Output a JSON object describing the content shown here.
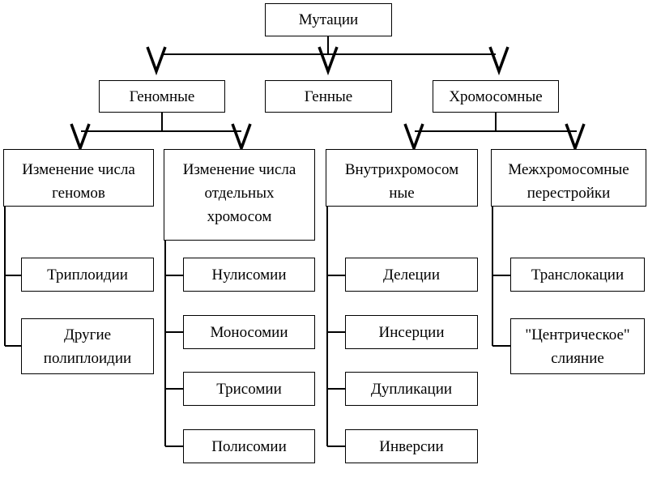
{
  "root": "Мутации",
  "level1": {
    "genomic": "Геномные",
    "gene": "Генные",
    "chromosomal": "Хромосомные"
  },
  "level2": {
    "genome_number_line1": "Изменение числа",
    "genome_number_line2": "геномов",
    "chrom_number_line1": "Изменение числа",
    "chrom_number_line2": "отдельных",
    "chrom_number_line3": "хромосом",
    "intra_line1": "Внутрихромосом",
    "intra_line2": "ные",
    "inter_line1": "Межхромосомные",
    "inter_line2": "перестройки"
  },
  "leaves": {
    "triploidy": "Триплоидии",
    "other_line1": "Другие",
    "other_line2": "полиплоидии",
    "nullisomy": "Нулисомии",
    "monosomy": "Моносомии",
    "trisomy": "Трисомии",
    "polysomy": "Полисомии",
    "deletions": "Делеции",
    "insertions": "Инсерции",
    "duplications": "Дупликации",
    "inversions": "Инверсии",
    "translocations": "Транслокации",
    "centric_line1": "\"Центрическое\"",
    "centric_line2": "слияние"
  }
}
